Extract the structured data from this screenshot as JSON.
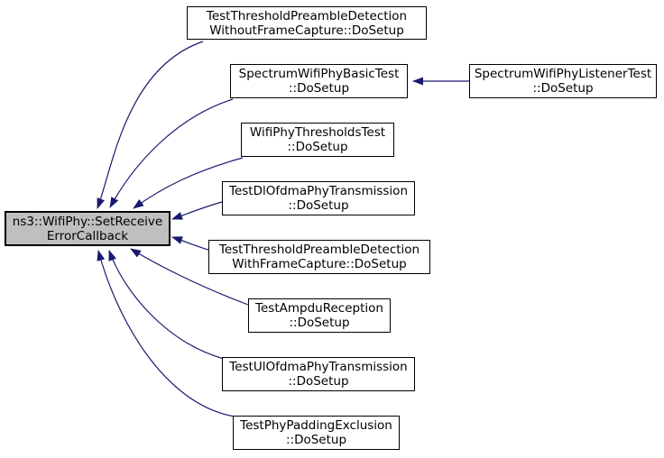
{
  "diagram": {
    "type": "caller-graph",
    "arrow_color": "#191970",
    "focus_node_fill": "#bfbfbf",
    "caller_node_fill": "#ffffff",
    "border_color": "#000000",
    "background": "#ffffff"
  },
  "nodes": {
    "focus": {
      "line1": "ns3::WifiPhy::SetReceive",
      "line2": "ErrorCallback"
    },
    "callers": [
      {
        "line1": "TestThresholdPreambleDetection",
        "line2": "WithoutFrameCapture::DoSetup"
      },
      {
        "line1": "SpectrumWifiPhyBasicTest",
        "line2": "::DoSetup"
      },
      {
        "line1": "WifiPhyThresholdsTest",
        "line2": "::DoSetup"
      },
      {
        "line1": "TestDlOfdmaPhyTransmission",
        "line2": "::DoSetup"
      },
      {
        "line1": "TestThresholdPreambleDetection",
        "line2": "WithFrameCapture::DoSetup"
      },
      {
        "line1": "TestAmpduReception",
        "line2": "::DoSetup"
      },
      {
        "line1": "TestUlOfdmaPhyTransmission",
        "line2": "::DoSetup"
      },
      {
        "line1": "TestPhyPaddingExclusion",
        "line2": "::DoSetup"
      }
    ],
    "secondary": {
      "line1": "SpectrumWifiPhyListenerTest",
      "line2": "::DoSetup"
    }
  },
  "edges": [
    {
      "from": "TestThresholdPreambleDetectionWithoutFrameCapture::DoSetup",
      "to": "ns3::WifiPhy::SetReceiveErrorCallback"
    },
    {
      "from": "SpectrumWifiPhyBasicTest::DoSetup",
      "to": "ns3::WifiPhy::SetReceiveErrorCallback"
    },
    {
      "from": "WifiPhyThresholdsTest::DoSetup",
      "to": "ns3::WifiPhy::SetReceiveErrorCallback"
    },
    {
      "from": "TestDlOfdmaPhyTransmission::DoSetup",
      "to": "ns3::WifiPhy::SetReceiveErrorCallback"
    },
    {
      "from": "TestThresholdPreambleDetectionWithFrameCapture::DoSetup",
      "to": "ns3::WifiPhy::SetReceiveErrorCallback"
    },
    {
      "from": "TestAmpduReception::DoSetup",
      "to": "ns3::WifiPhy::SetReceiveErrorCallback"
    },
    {
      "from": "TestUlOfdmaPhyTransmission::DoSetup",
      "to": "ns3::WifiPhy::SetReceiveErrorCallback"
    },
    {
      "from": "TestPhyPaddingExclusion::DoSetup",
      "to": "ns3::WifiPhy::SetReceiveErrorCallback"
    },
    {
      "from": "SpectrumWifiPhyListenerTest::DoSetup",
      "to": "SpectrumWifiPhyBasicTest::DoSetup"
    }
  ]
}
